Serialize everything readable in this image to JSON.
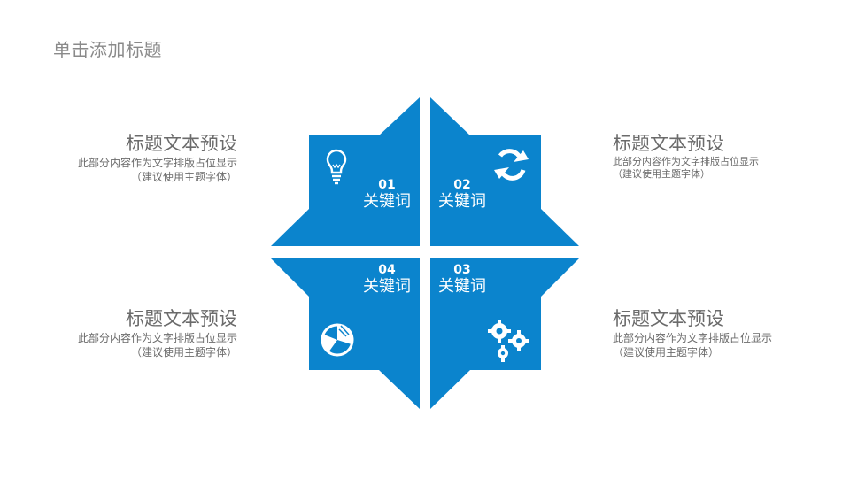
{
  "slide": {
    "title": "单击添加标题"
  },
  "colors": {
    "accent": "#0b84cd",
    "text": "#6b6b6b",
    "title": "#8a8a8a"
  },
  "quadrants": [
    {
      "id": "q1",
      "number": "01",
      "keyword": "关键词",
      "icon": "lightbulb-icon"
    },
    {
      "id": "q2",
      "number": "02",
      "keyword": "关键词",
      "icon": "refresh-icon"
    },
    {
      "id": "q3",
      "number": "03",
      "keyword": "关键词",
      "icon": "gears-icon"
    },
    {
      "id": "q4",
      "number": "04",
      "keyword": "关键词",
      "icon": "pie-chart-icon"
    }
  ],
  "text_blocks": {
    "top_left": {
      "heading": "标题文本预设",
      "body": "此部分内容作为文字排版占位显示",
      "note": "（建议使用主题字体）"
    },
    "top_right": {
      "heading": "标题文本预设",
      "body": "此部分内容作为文字排版占位显示",
      "note": "（建议使用主题字体）"
    },
    "bottom_left": {
      "heading": "标题文本预设",
      "body": "此部分内容作为文字排版占位显示",
      "note": "（建议使用主题字体）"
    },
    "bottom_right": {
      "heading": "标题文本预设",
      "body": "此部分内容作为文字排版占位显示",
      "note": "（建议使用主题字体）"
    }
  }
}
